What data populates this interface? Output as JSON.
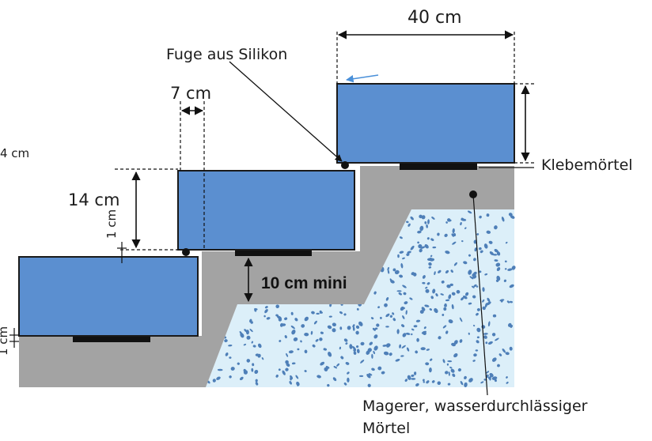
{
  "diagram": {
    "labels": {
      "top_width": "40 cm",
      "joint": "Fuge aus Silikon",
      "step_offset": "7 cm",
      "left_edge": "4 cm",
      "step_height": "14 cm",
      "small_gap_mid": "1 cm",
      "small_gap_left": "1 cm",
      "min_thickness": "10 cm mini",
      "adhesive": "Klebemörtel",
      "mortar_line1": "Magerer, wasserdurchlässiger",
      "mortar_line2": "Mörtel"
    },
    "colors": {
      "stone": "#5b8fd0",
      "stone_edge": "#1a1a1a",
      "concrete": "#a3a3a3",
      "gravel_bg": "#dceff9",
      "gravel_dots": "#4e7fb8",
      "arrow_accent": "#4a90d9"
    }
  }
}
